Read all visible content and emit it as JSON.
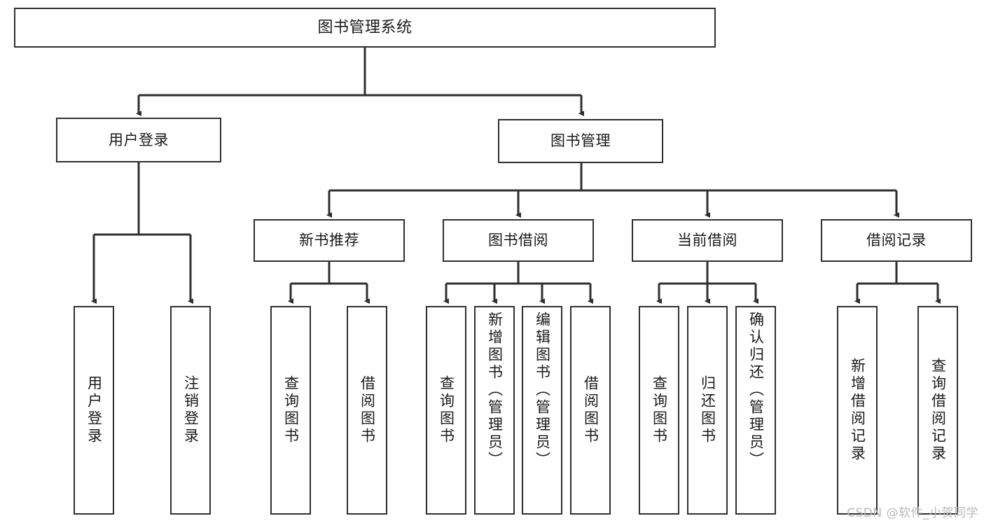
{
  "diagram": {
    "title": "图书管理系统",
    "type": "tree",
    "stroke_color": "#2f2f2f",
    "fill_color": "#ffffff",
    "text_color": "#1a1a1a",
    "watermark": "CSDN @软件_小贺同学",
    "levels": {
      "root": {
        "label": "图书管理系统"
      },
      "level2": [
        {
          "label": "用户登录"
        },
        {
          "label": "图书管理"
        }
      ],
      "level3": [
        {
          "label": "新书推荐"
        },
        {
          "label": "图书借阅"
        },
        {
          "label": "当前借阅"
        },
        {
          "label": "借阅记录"
        }
      ],
      "leaves": {
        "user_login": [
          {
            "label": "用户登录"
          },
          {
            "label": "注销登录"
          }
        ],
        "new_book_rec": [
          {
            "label": "查询图书"
          },
          {
            "label": "借阅图书"
          }
        ],
        "book_borrow": [
          {
            "label": "查询图书"
          },
          {
            "label": "新增图书（管理员）"
          },
          {
            "label": "编辑图书（管理员）"
          },
          {
            "label": "借阅图书"
          }
        ],
        "current_borrow": [
          {
            "label": "查询图书"
          },
          {
            "label": "归还图书"
          },
          {
            "label": "确认归还（管理员）"
          }
        ],
        "borrow_record": [
          {
            "label": "新增借阅记录"
          },
          {
            "label": "查询借阅记录"
          }
        ]
      }
    }
  }
}
